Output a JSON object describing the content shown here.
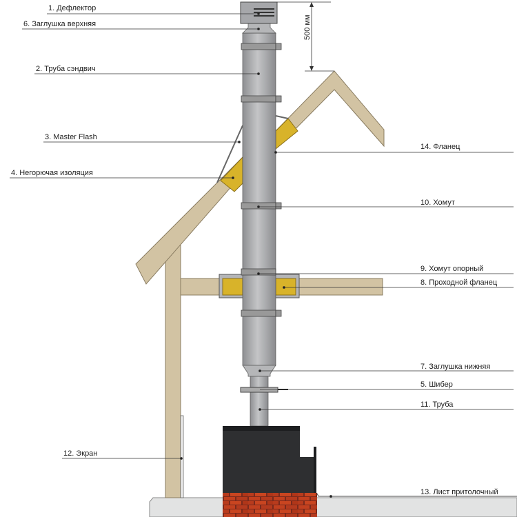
{
  "labels": {
    "deflector": "1. Дефлектор",
    "sandwich_pipe": "2. Труба сэндвич",
    "master_flash": "3. Master Flash",
    "insulation": "4. Негорючая изоляция",
    "damper": "5. Шибер",
    "top_cap": "6. Заглушка верхняя",
    "bottom_cap": "7. Заглушка нижняя",
    "pass_flange": "8. Проходной фланец",
    "support_clamp": "9. Хомут опорный",
    "clamp": "10. Хомут",
    "pipe": "11. Труба",
    "screen": "12. Экран",
    "ceiling_sheet": "13. Лист притолочный",
    "flange": "14. Фланец"
  },
  "dimension": "500 мм",
  "colors": {
    "wood": "#d2c3a3",
    "insulation": "#d8b32a",
    "pipe": "#a9aaad",
    "stove": "#2e2f31",
    "brick": "#b8381e",
    "floor": "#e2e3e3"
  }
}
